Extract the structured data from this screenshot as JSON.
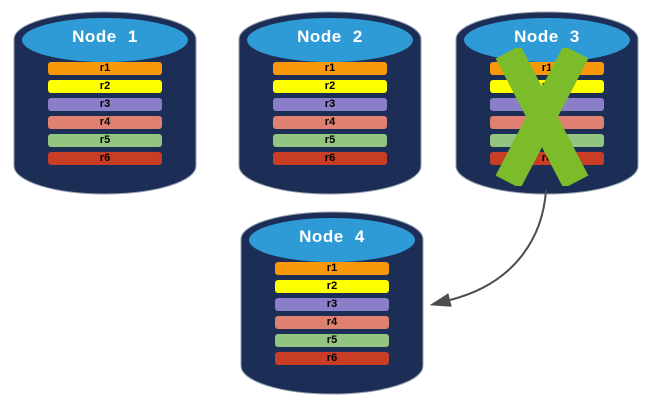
{
  "colors": {
    "background": "#FFFFFF",
    "cylinder_body": "#1C2E55",
    "cylinder_top": "#2E9BD6",
    "cylinder_edge": "#97A0B0",
    "x_mark": "#7CBB2A",
    "arrow": "#4D4D4D",
    "node_title_text": "#FFFFFF",
    "bar_text": "#000000"
  },
  "nodes": [
    {
      "label": "Node 1",
      "failed": false
    },
    {
      "label": "Node 2",
      "failed": false
    },
    {
      "label": "Node 3",
      "failed": true
    },
    {
      "label": "Node 4",
      "failed": false
    }
  ],
  "records": [
    {
      "label": "r1",
      "color": "#F9980A"
    },
    {
      "label": "r2",
      "color": "#FEFF00"
    },
    {
      "label": "r3",
      "color": "#8A7EC8"
    },
    {
      "label": "r4",
      "color": "#E08070"
    },
    {
      "label": "r5",
      "color": "#92C57F"
    },
    {
      "label": "r6",
      "color": "#C93D26"
    }
  ],
  "arrow": {
    "from": "Node 3",
    "to": "Node 4"
  }
}
